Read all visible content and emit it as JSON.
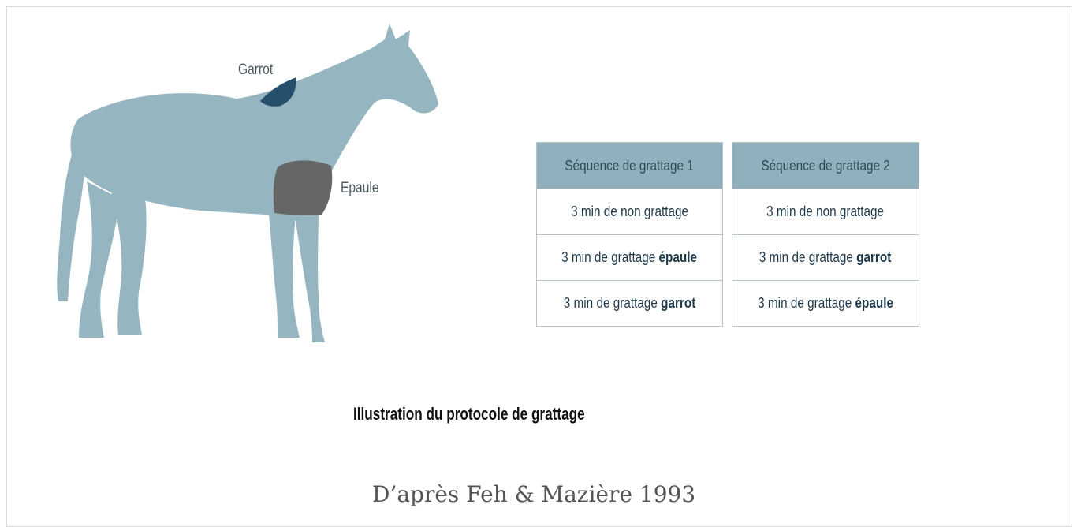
{
  "labels": {
    "garrot": "Garrot",
    "epaule": "Epaule"
  },
  "colors": {
    "horse": "#95b6c0",
    "garrot_region": "#254f6a",
    "epaule_region": "#666666",
    "table_header": "#8fb0bc"
  },
  "tables": [
    {
      "header": "Séquence de grattage 1",
      "rows": [
        {
          "prefix": "3 min de non grattage",
          "bold": ""
        },
        {
          "prefix": "3 min de grattage ",
          "bold": "épaule"
        },
        {
          "prefix": "3 min de grattage ",
          "bold": "garrot"
        }
      ]
    },
    {
      "header": "Séquence de grattage 2",
      "rows": [
        {
          "prefix": "3 min de non grattage",
          "bold": ""
        },
        {
          "prefix": "3 min de grattage ",
          "bold": "garrot"
        },
        {
          "prefix": "3 min de grattage ",
          "bold": "épaule"
        }
      ]
    }
  ],
  "caption": "Illustration du protocole de grattage",
  "credit": "D’après Feh & Mazière 1993"
}
